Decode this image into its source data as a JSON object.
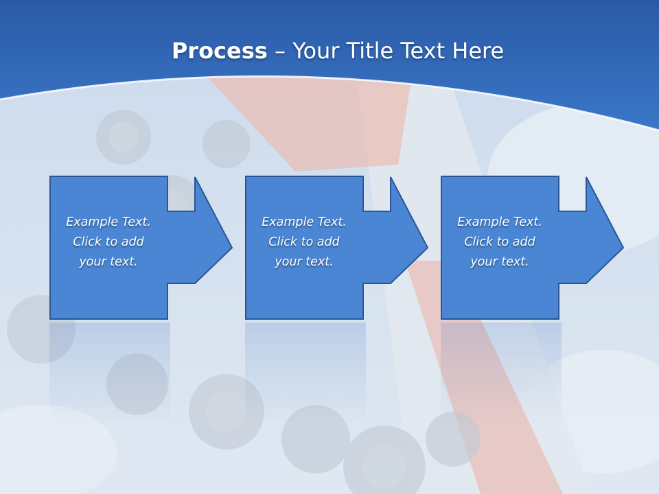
{
  "slide": {
    "title_bold": "Process",
    "title_rest": " – Your Title Text Here",
    "steps": [
      {
        "line1": "Example Text.",
        "line2": "Click  to add",
        "line3": "your text."
      },
      {
        "line1": "Example Text.",
        "line2": "Click  to add",
        "line3": "your text."
      },
      {
        "line1": "Example Text.",
        "line2": "Click  to add",
        "line3": "your text."
      }
    ]
  },
  "colors": {
    "header_blue": "#2e63b0",
    "step_fill": "#4a86d3",
    "step_border": "#2a5697"
  },
  "background_image": "rocket-launch-photo"
}
